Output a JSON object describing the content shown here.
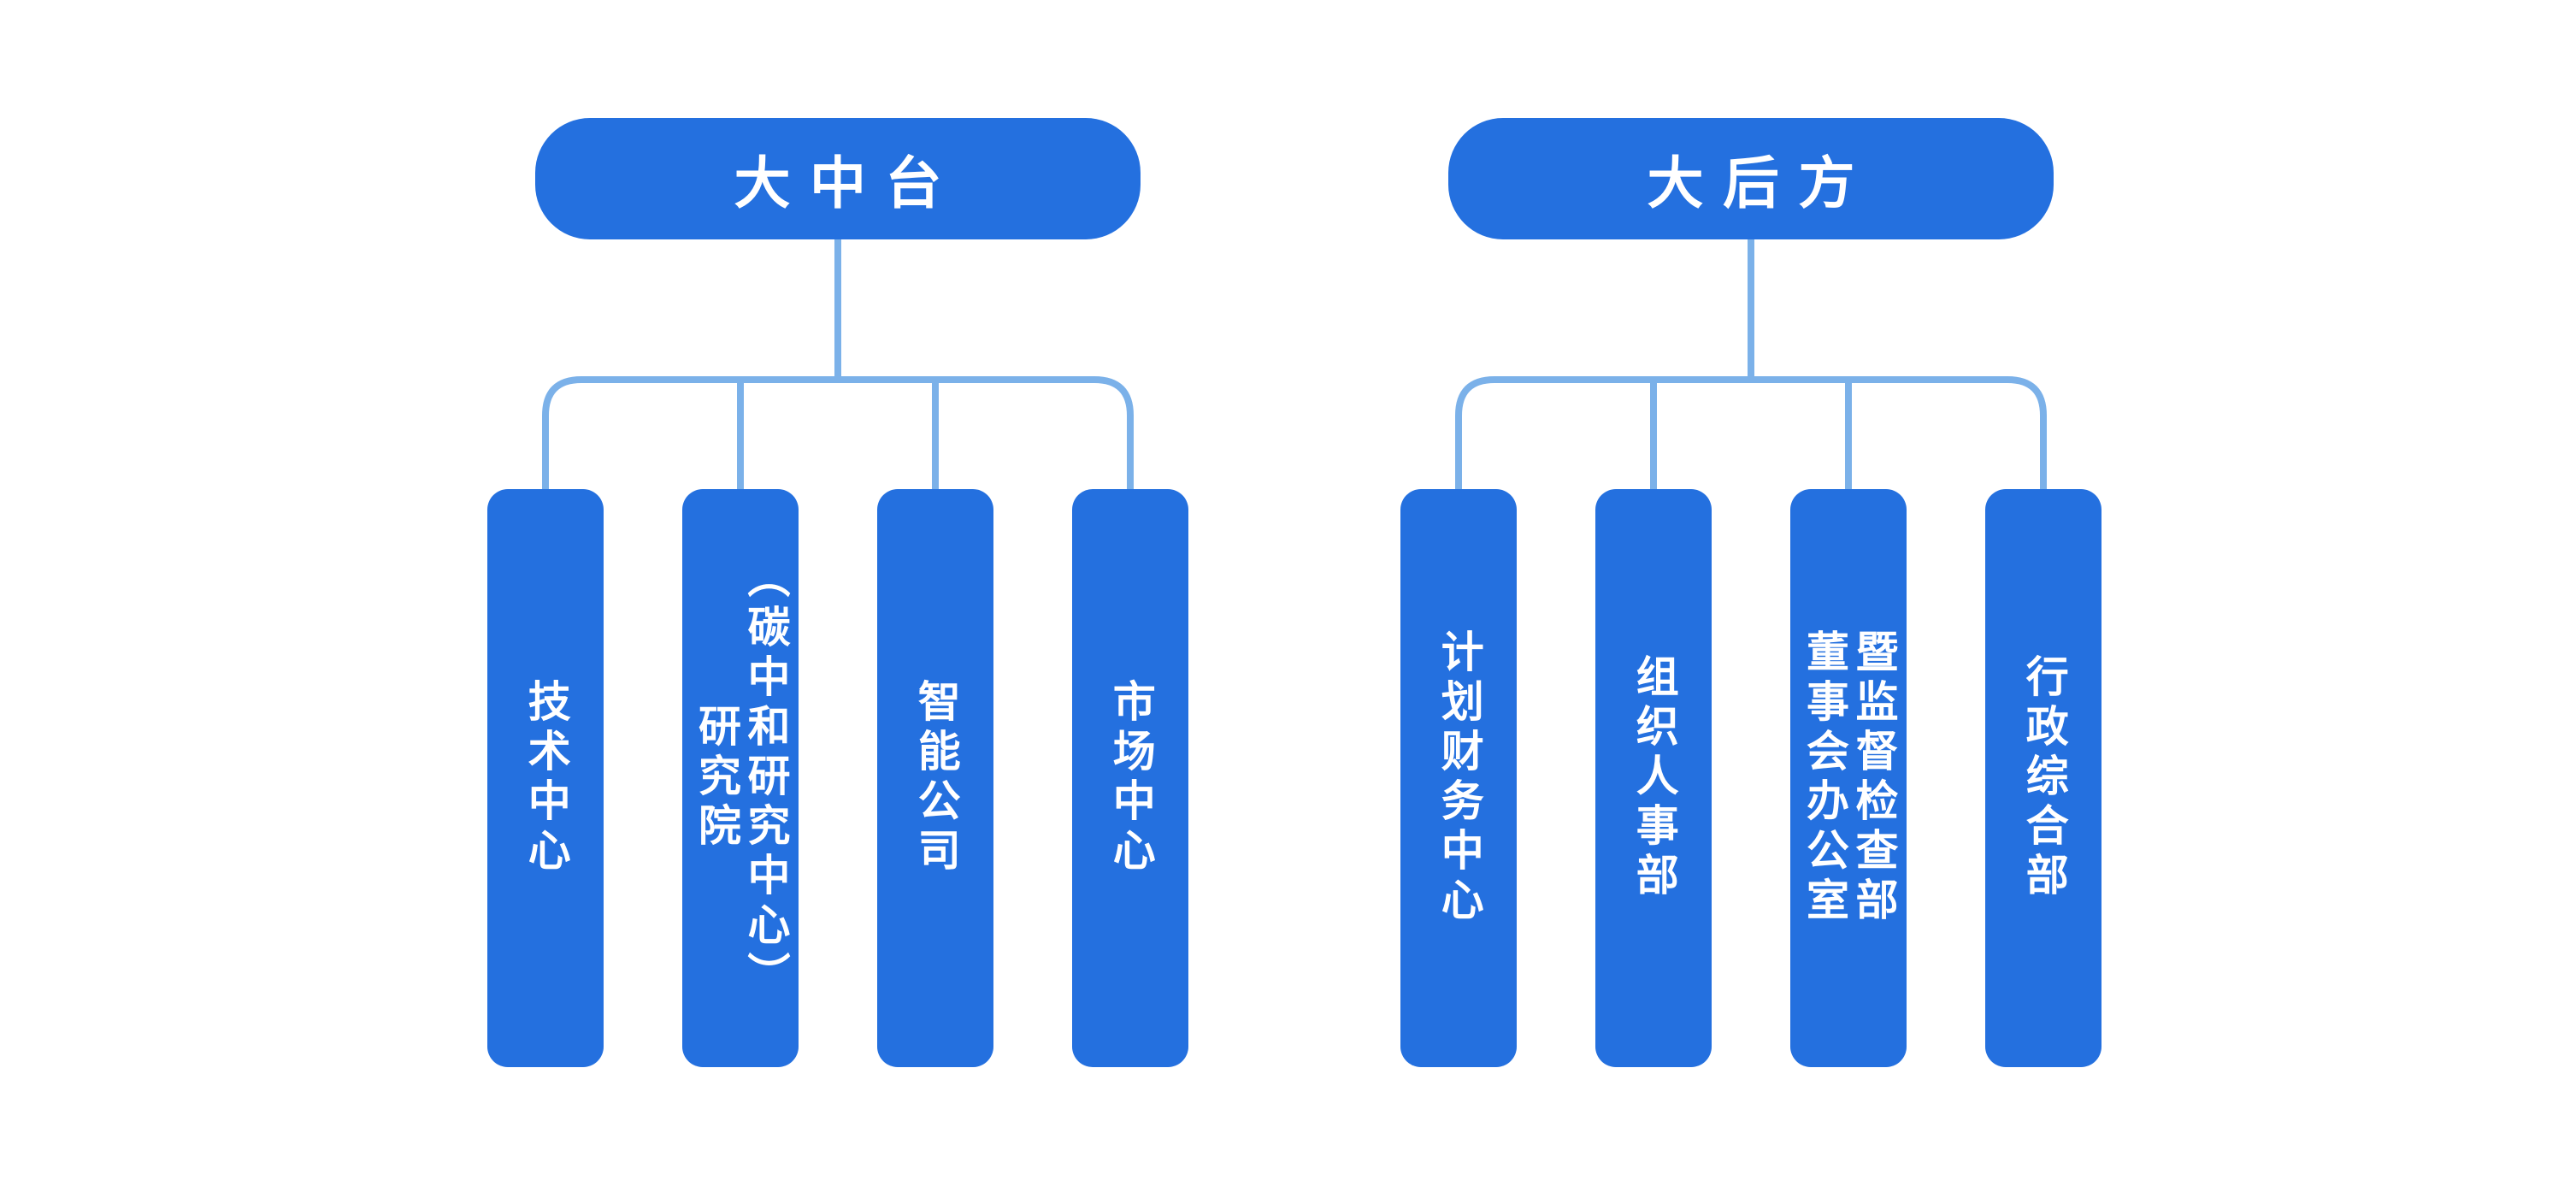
{
  "page": {
    "background": "#ffffff"
  },
  "colors": {
    "node_fill": "#2470DF",
    "connector": "#7BB1E9",
    "node_text": "#ffffff"
  },
  "trees": [
    {
      "root": {
        "label": "大中台"
      },
      "children": [
        {
          "label": "技术中心",
          "lines": [
            "技术中心"
          ]
        },
        {
          "label": "研究院（碳中和研究中心）",
          "lines": [
            "研究院",
            "（碳中和研究中心）"
          ]
        },
        {
          "label": "智能公司",
          "lines": [
            "智能公司"
          ]
        },
        {
          "label": "市场中心",
          "lines": [
            "市场中心"
          ]
        }
      ]
    },
    {
      "root": {
        "label": "大后方"
      },
      "children": [
        {
          "label": "计划财务中心",
          "lines": [
            "计划财务中心"
          ]
        },
        {
          "label": "组织人事部",
          "lines": [
            "组织人事部"
          ]
        },
        {
          "label": "董事会办公室暨监督检查部",
          "lines": [
            "董事会办公室",
            "暨监督检查部"
          ]
        },
        {
          "label": "行政综合部",
          "lines": [
            "行政综合部"
          ]
        }
      ]
    }
  ]
}
